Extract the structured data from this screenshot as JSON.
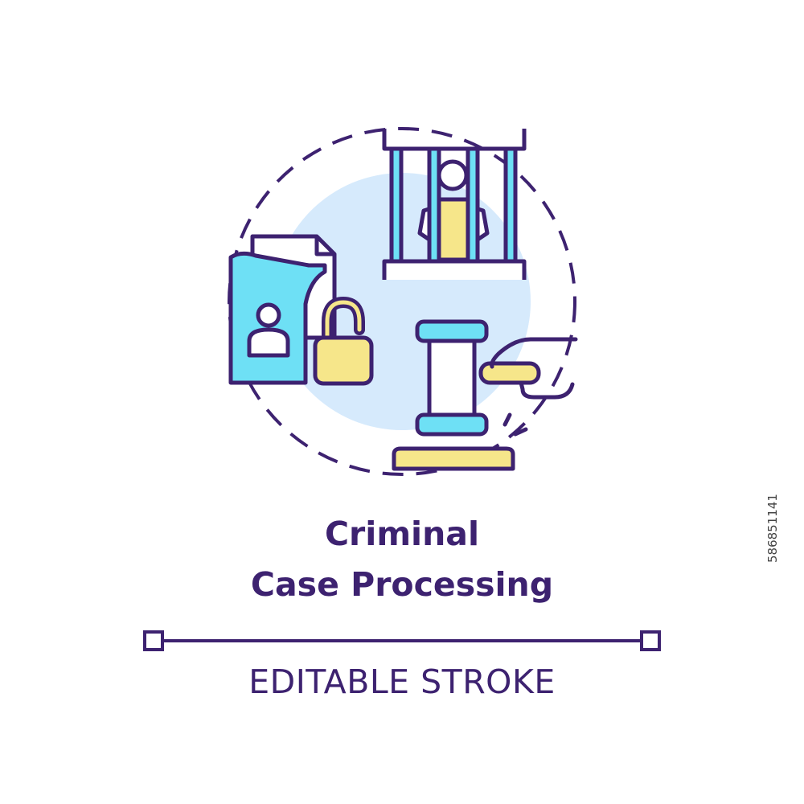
{
  "illustration": {
    "title_line_1": "Criminal",
    "title_line_2": "Case Processing",
    "caption": "EDITABLE STROKE",
    "icons": [
      "jail-cell-icon",
      "case-folder-icon",
      "padlock-icon",
      "gavel-icon",
      "hand-icon",
      "stroke-handles-icon"
    ],
    "colors": {
      "outline": "#3d2270",
      "blue": "#6ee0f5",
      "yellow": "#f6e68a",
      "background_circle": "#d6eafc"
    }
  },
  "stock_id": "586851141"
}
